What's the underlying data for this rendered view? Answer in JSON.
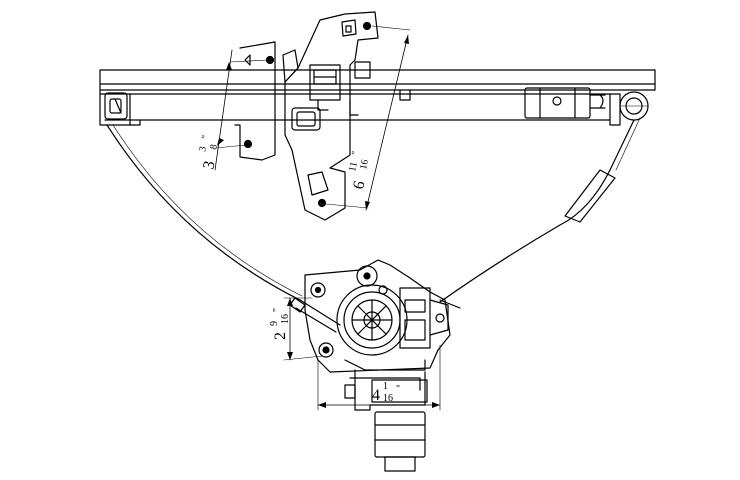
{
  "dimensions": {
    "bracket_spacing": {
      "whole": "3",
      "num": "3",
      "den": "8",
      "mark": "\""
    },
    "main_bracket_height": {
      "whole": "6",
      "num": "11",
      "den": "16",
      "mark": "\""
    },
    "motor_hole_spacing": {
      "whole": "2",
      "num": "9",
      "den": "16",
      "mark": "\""
    },
    "motor_width": {
      "whole": "4",
      "num": "1",
      "den": "16",
      "mark": "\""
    }
  },
  "colors": {
    "line": "#000000",
    "background": "#ffffff"
  }
}
